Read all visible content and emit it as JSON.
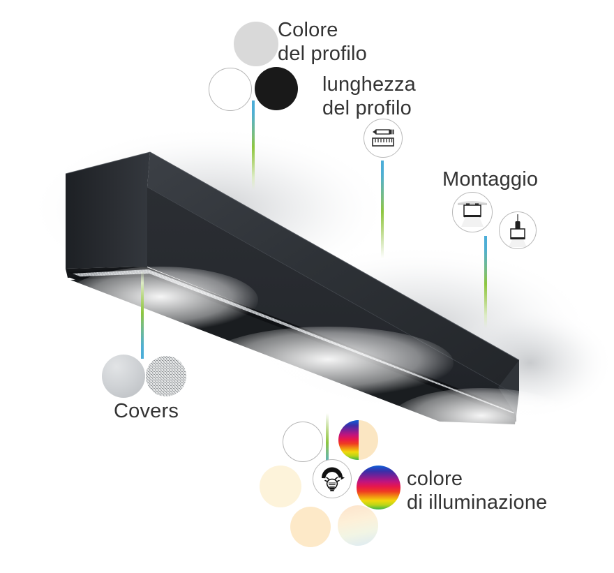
{
  "page": {
    "language": "it",
    "background_color": "#ffffff",
    "text_color": "#333333",
    "accent_cyan": "#4BADD9",
    "accent_green": "#8DC63F"
  },
  "product": {
    "name": "linear-pendant-luminaire",
    "body_color": "#2a2d31",
    "diffuser_color": "#b7babd",
    "description": "black linear profile luminaire shown in perspective"
  },
  "callouts": [
    {
      "id": "profile-color",
      "label": "Colore\ndel profilo",
      "label_line_1": "Colore",
      "label_line_2": "del profilo",
      "swatches": [
        {
          "name": "grey",
          "color": "#d9d9d9"
        },
        {
          "name": "white",
          "color": "#ffffff"
        },
        {
          "name": "black",
          "color": "#191919"
        }
      ]
    },
    {
      "id": "profile-length",
      "label": "lunghezza\ndel profilo",
      "label_line_1": "lunghezza",
      "label_line_2": "del profilo",
      "icons": [
        {
          "name": "ruler-pencil-icon"
        }
      ]
    },
    {
      "id": "mounting",
      "label": "Montaggio",
      "label_line_1": "Montaggio",
      "icons": [
        {
          "name": "surface-mount-icon"
        },
        {
          "name": "suspended-mount-icon"
        }
      ]
    },
    {
      "id": "covers",
      "label": "Covers",
      "label_line_1": "Covers",
      "swatches": [
        {
          "name": "opal-silver",
          "color": "#cfd2d5"
        },
        {
          "name": "prismatic-textured",
          "color": "#c9cbcd"
        }
      ]
    },
    {
      "id": "light-color",
      "label": "colore\ndi illuminazione",
      "label_line_1": "colore",
      "label_line_2": "di illuminazione",
      "icons": [
        {
          "name": "light-bulb-icon"
        }
      ],
      "swatches": [
        {
          "name": "neutral-white",
          "color": "#ffffff"
        },
        {
          "name": "rgb-plus-white",
          "color": "#e8174b"
        },
        {
          "name": "warm-white-soft",
          "color": "#fdf3da"
        },
        {
          "name": "rgb",
          "color": "#e8174b"
        },
        {
          "name": "warm-white",
          "color": "#fde9c8"
        },
        {
          "name": "tunable-white",
          "color": "#f2f5e4"
        }
      ]
    }
  ]
}
